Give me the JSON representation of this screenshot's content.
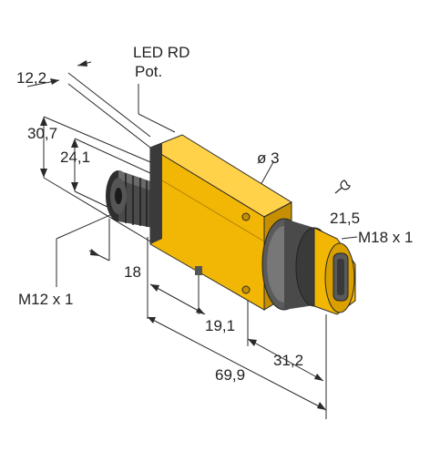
{
  "labels": {
    "led": "LED RD",
    "pot": "Pot.",
    "d_12_2": "12,2",
    "d_30_7": "30,7",
    "d_24_1": "24,1",
    "d_phi3": "ø 3",
    "d_21_5": "21,5",
    "d_m18": "M18 x 1",
    "d_18": "18",
    "d_m12": "M12 x 1",
    "d_19_1": "19,1",
    "d_31_2": "31,2",
    "d_69_9": "69,9"
  },
  "colors": {
    "housing": "#f2b705",
    "housing_dark": "#c58f00",
    "housing_light": "#ffd24a",
    "connector": "#4a4a4a",
    "connector_dark": "#262626",
    "nut": "#5a5a5a",
    "line": "#2a2a2a"
  },
  "icons": {
    "wrench": "wrench-icon"
  }
}
